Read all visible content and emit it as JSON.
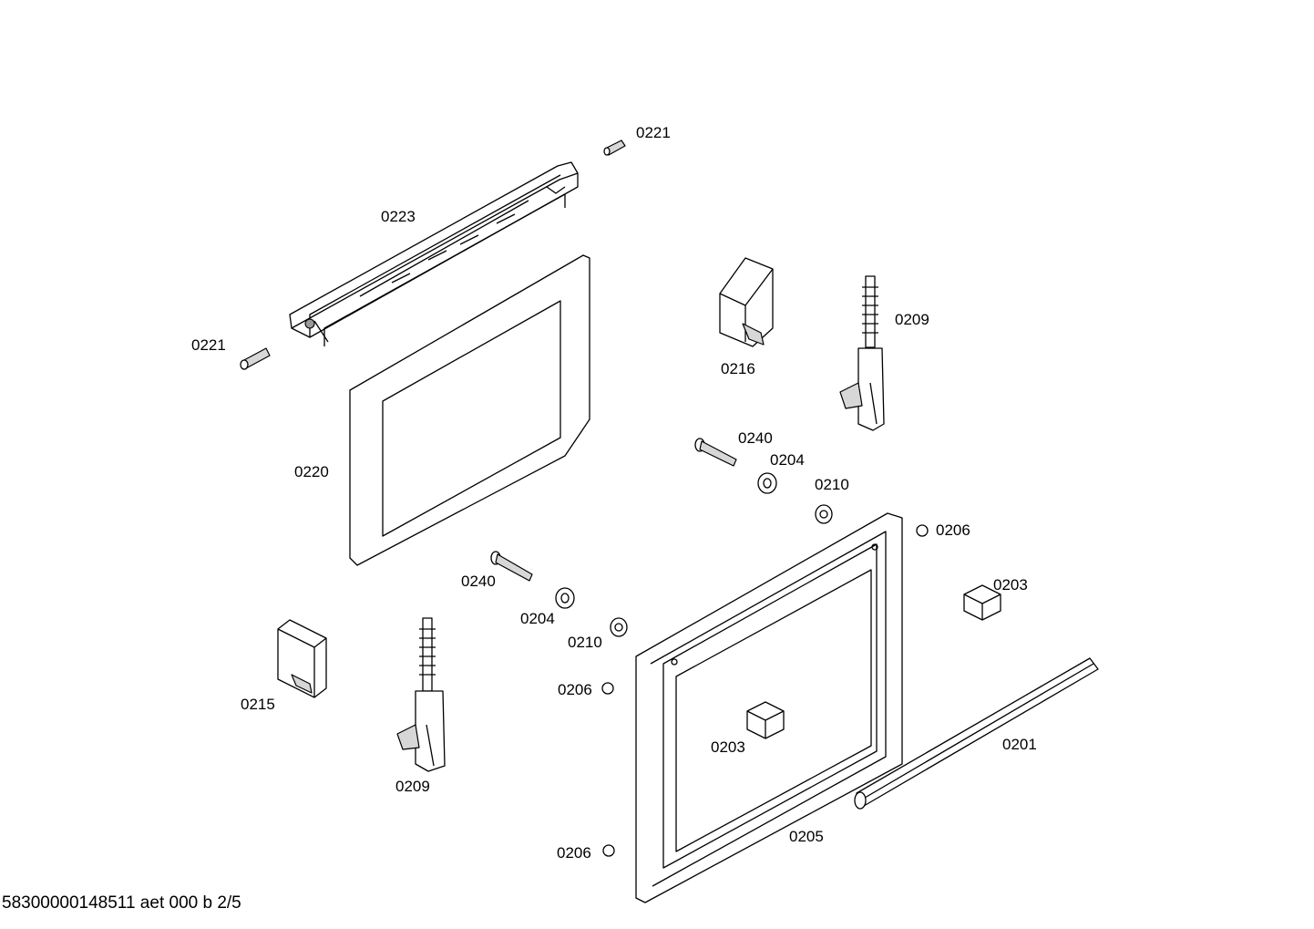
{
  "labels": {
    "p0221_top": "0221",
    "p0223": "0223",
    "p0221_left": "0221",
    "p0220": "0220",
    "p0216": "0216",
    "p0209_right": "0209",
    "p0240_right": "0240",
    "p0204_right": "0204",
    "p0210_right": "0210",
    "p0206_top": "0206",
    "p0203_right": "0203",
    "p0240_left": "0240",
    "p0204_left": "0204",
    "p0210_left": "0210",
    "p0206_mid": "0206",
    "p0215": "0215",
    "p0209_left": "0209",
    "p0203_center": "0203",
    "p0201": "0201",
    "p0205": "0205",
    "p0206_bottom": "0206"
  },
  "footer": "58300000148511 aet 000 b 2/5"
}
